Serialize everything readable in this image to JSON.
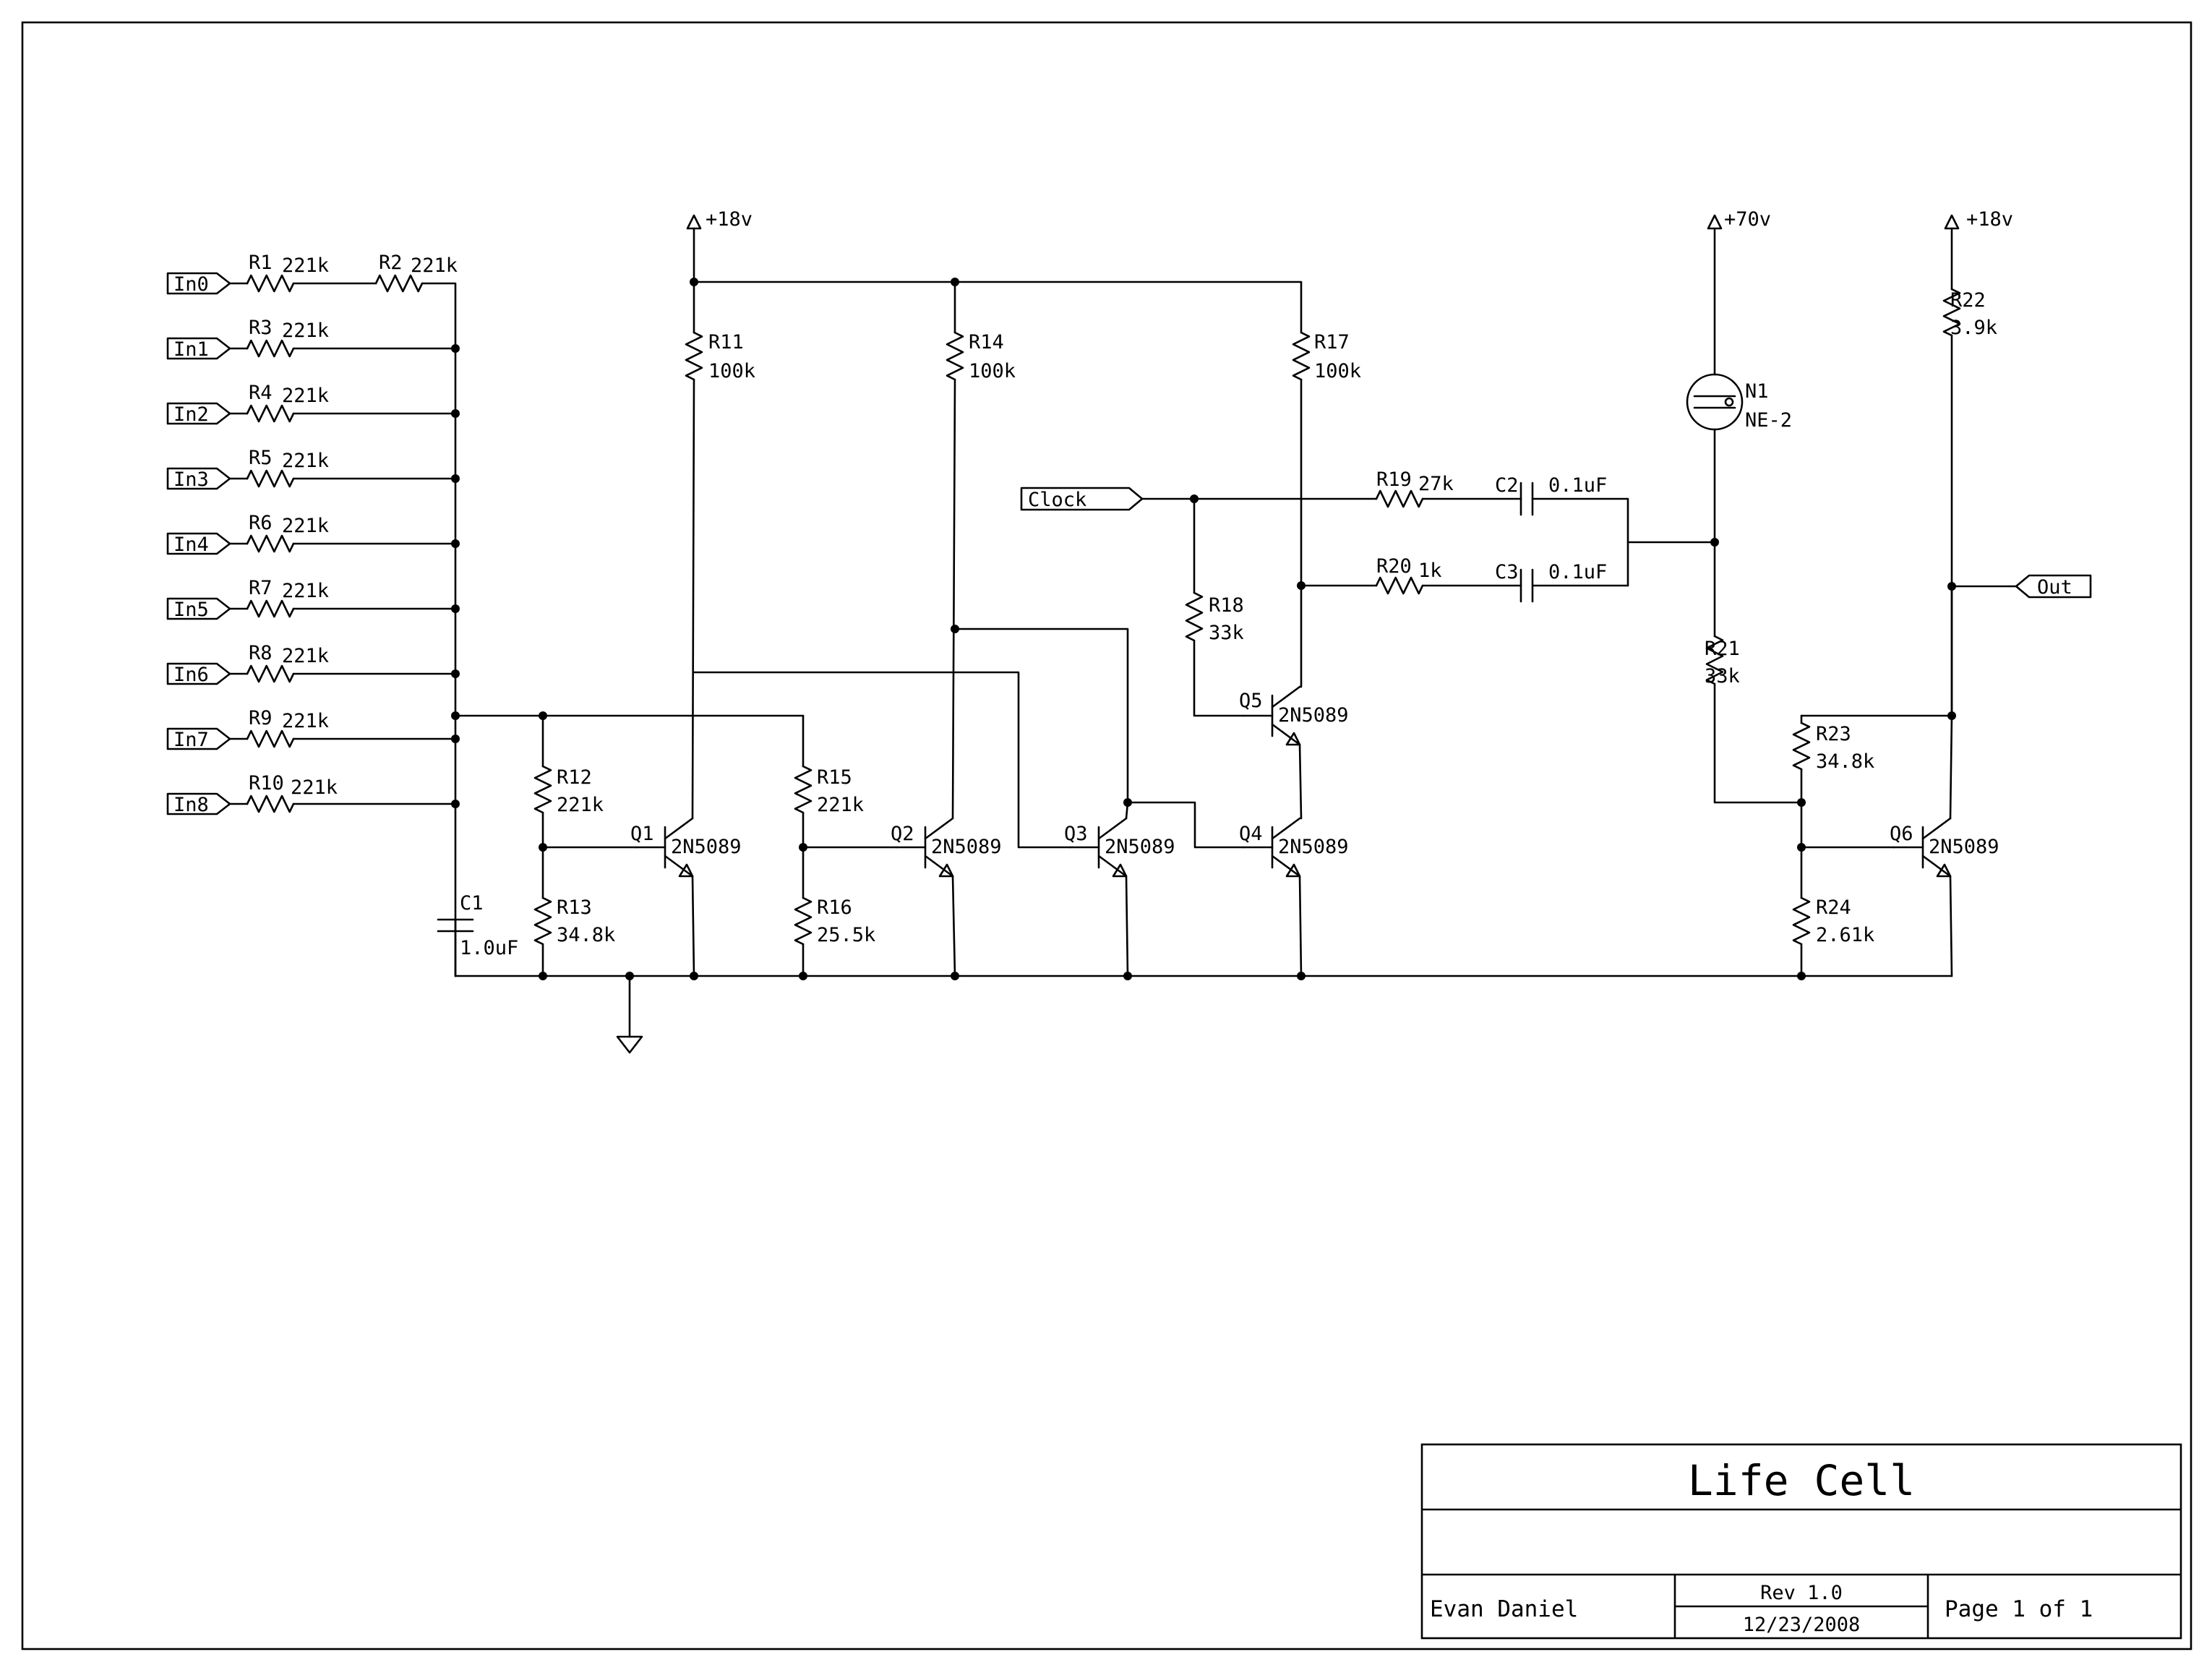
{
  "title_block": {
    "title": "Life Cell",
    "author": "Evan Daniel",
    "revision": "Rev 1.0",
    "date": "12/23/2008",
    "page": "Page 1 of 1"
  },
  "ports": {
    "in0": "In0",
    "in1": "In1",
    "in2": "In2",
    "in3": "In3",
    "in4": "In4",
    "in5": "In5",
    "in6": "In6",
    "in7": "In7",
    "in8": "In8",
    "clock": "Clock",
    "out": "Out"
  },
  "power": {
    "v18a": "+18v",
    "v70": "+70v",
    "v18b": "+18v"
  },
  "components": {
    "R1": {
      "ref": "R1",
      "value": "221k"
    },
    "R2": {
      "ref": "R2",
      "value": "221k"
    },
    "R3": {
      "ref": "R3",
      "value": "221k"
    },
    "R4": {
      "ref": "R4",
      "value": "221k"
    },
    "R5": {
      "ref": "R5",
      "value": "221k"
    },
    "R6": {
      "ref": "R6",
      "value": "221k"
    },
    "R7": {
      "ref": "R7",
      "value": "221k"
    },
    "R8": {
      "ref": "R8",
      "value": "221k"
    },
    "R9": {
      "ref": "R9",
      "value": "221k"
    },
    "R10": {
      "ref": "R10",
      "value": "221k"
    },
    "R11": {
      "ref": "R11",
      "value": "100k"
    },
    "R12": {
      "ref": "R12",
      "value": "221k"
    },
    "R13": {
      "ref": "R13",
      "value": "34.8k"
    },
    "R14": {
      "ref": "R14",
      "value": "100k"
    },
    "R15": {
      "ref": "R15",
      "value": "221k"
    },
    "R16": {
      "ref": "R16",
      "value": "25.5k"
    },
    "R17": {
      "ref": "R17",
      "value": "100k"
    },
    "R18": {
      "ref": "R18",
      "value": "33k"
    },
    "R19": {
      "ref": "R19",
      "value": "27k"
    },
    "R20": {
      "ref": "R20",
      "value": "1k"
    },
    "R21": {
      "ref": "R21",
      "value": "33k"
    },
    "R22": {
      "ref": "R22",
      "value": "3.9k"
    },
    "R23": {
      "ref": "R23",
      "value": "34.8k"
    },
    "R24": {
      "ref": "R24",
      "value": "2.61k"
    },
    "C1": {
      "ref": "C1",
      "value": "1.0uF"
    },
    "C2": {
      "ref": "C2",
      "value": "0.1uF"
    },
    "C3": {
      "ref": "C3",
      "value": "0.1uF"
    },
    "Q1": {
      "ref": "Q1",
      "value": "2N5089"
    },
    "Q2": {
      "ref": "Q2",
      "value": "2N5089"
    },
    "Q3": {
      "ref": "Q3",
      "value": "2N5089"
    },
    "Q4": {
      "ref": "Q4",
      "value": "2N5089"
    },
    "Q5": {
      "ref": "Q5",
      "value": "2N5089"
    },
    "Q6": {
      "ref": "Q6",
      "value": "2N5089"
    },
    "N1": {
      "ref": "N1",
      "value": "NE-2"
    }
  }
}
